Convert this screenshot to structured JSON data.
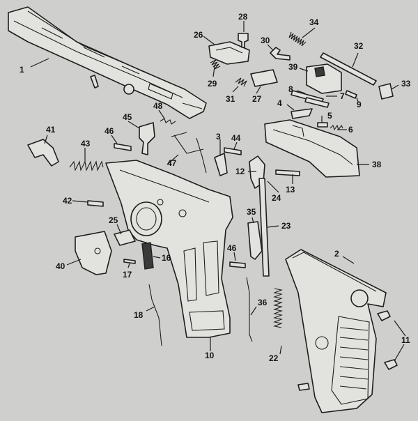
{
  "diagram": {
    "labels": [
      "1",
      "2",
      "3",
      "4",
      "5",
      "6",
      "7",
      "8",
      "9",
      "10",
      "11",
      "12",
      "13",
      "16",
      "17",
      "18",
      "22",
      "23",
      "24",
      "25",
      "26",
      "27",
      "28",
      "29",
      "30",
      "31",
      "32",
      "33",
      "34",
      "36",
      "38",
      "39",
      "40",
      "41",
      "42",
      "43",
      "44",
      "45",
      "46",
      "47",
      "48",
      "35",
      "46"
    ]
  },
  "colors": {
    "paper": "#cfcfcd",
    "ink": "#1e1e1e",
    "fill": "#e2e2df"
  }
}
